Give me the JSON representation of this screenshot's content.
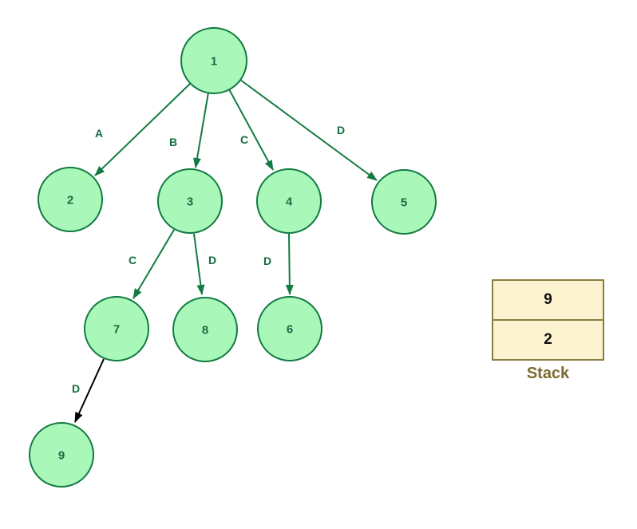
{
  "diagram": {
    "nodes": [
      {
        "id": "1",
        "label": "1"
      },
      {
        "id": "2",
        "label": "2"
      },
      {
        "id": "3",
        "label": "3"
      },
      {
        "id": "4",
        "label": "4"
      },
      {
        "id": "5",
        "label": "5"
      },
      {
        "id": "6",
        "label": "6"
      },
      {
        "id": "7",
        "label": "7"
      },
      {
        "id": "8",
        "label": "8"
      },
      {
        "id": "9",
        "label": "9"
      }
    ],
    "edges": [
      {
        "from": "1",
        "to": "2",
        "label": "A",
        "color": "green"
      },
      {
        "from": "1",
        "to": "3",
        "label": "B",
        "color": "green"
      },
      {
        "from": "1",
        "to": "4",
        "label": "C",
        "color": "green"
      },
      {
        "from": "1",
        "to": "5",
        "label": "D",
        "color": "green"
      },
      {
        "from": "3",
        "to": "7",
        "label": "C",
        "color": "green"
      },
      {
        "from": "3",
        "to": "8",
        "label": "D",
        "color": "green"
      },
      {
        "from": "4",
        "to": "6",
        "label": "D",
        "color": "green"
      },
      {
        "from": "7",
        "to": "9",
        "label": "D",
        "color": "black"
      }
    ],
    "colors": {
      "node_fill": "#A9F8B9",
      "node_stroke": "#127A42",
      "node_text": "#1C6B46",
      "edge_green": "#127A42",
      "edge_black": "#000000",
      "edge_label_text": "#146C43"
    }
  },
  "stack": {
    "title": "Stack",
    "items": [
      "9",
      "2"
    ],
    "colors": {
      "fill": "#FCF3D1",
      "border": "#8B7D3E",
      "title_text": "#7C6B2F",
      "value_text": "#111111"
    }
  }
}
